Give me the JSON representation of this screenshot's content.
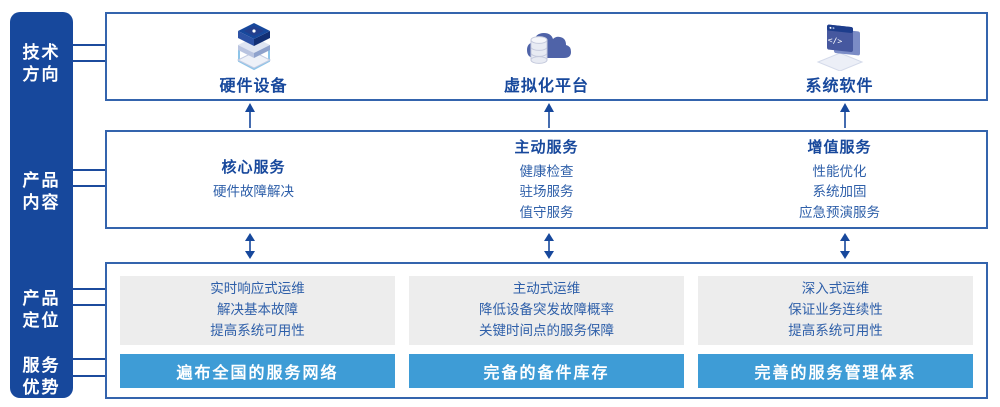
{
  "colors": {
    "navy": "#17489c",
    "panel_border": "#3464ad",
    "body_text": "#2e5fa9",
    "bar_blue": "#3e9cd6",
    "gray_box": "#ededed"
  },
  "sidebar": {
    "labels": [
      {
        "line1": "技术",
        "line2": "方向"
      },
      {
        "line1": "产品",
        "line2": "内容"
      },
      {
        "line1": "产品",
        "line2": "定位"
      },
      {
        "line1": "服务",
        "line2": "优势"
      }
    ]
  },
  "tech_direction": {
    "columns": [
      {
        "icon": "server-stack-icon",
        "label": "硬件设备"
      },
      {
        "icon": "cloud-database-icon",
        "label": "虚拟化平台"
      },
      {
        "icon": "code-window-icon",
        "label": "系统软件"
      }
    ]
  },
  "product_content": {
    "columns": [
      {
        "title": "核心服务",
        "items": [
          "硬件故障解决"
        ]
      },
      {
        "title": "主动服务",
        "items": [
          "健康检查",
          "驻场服务",
          "值守服务"
        ]
      },
      {
        "title": "增值服务",
        "items": [
          "性能优化",
          "系统加固",
          "应急预演服务"
        ]
      }
    ]
  },
  "product_positioning": {
    "columns": [
      {
        "lines": [
          "实时响应式运维",
          "解决基本故障",
          "提高系统可用性"
        ]
      },
      {
        "lines": [
          "主动式运维",
          "降低设备突发故障概率",
          "关键时间点的服务保障"
        ]
      },
      {
        "lines": [
          "深入式运维",
          "保证业务连续性",
          "提高系统可用性"
        ]
      }
    ]
  },
  "service_advantage": {
    "bars": [
      "遍布全国的服务网络",
      "完备的备件库存",
      "完善的服务管理体系"
    ]
  }
}
